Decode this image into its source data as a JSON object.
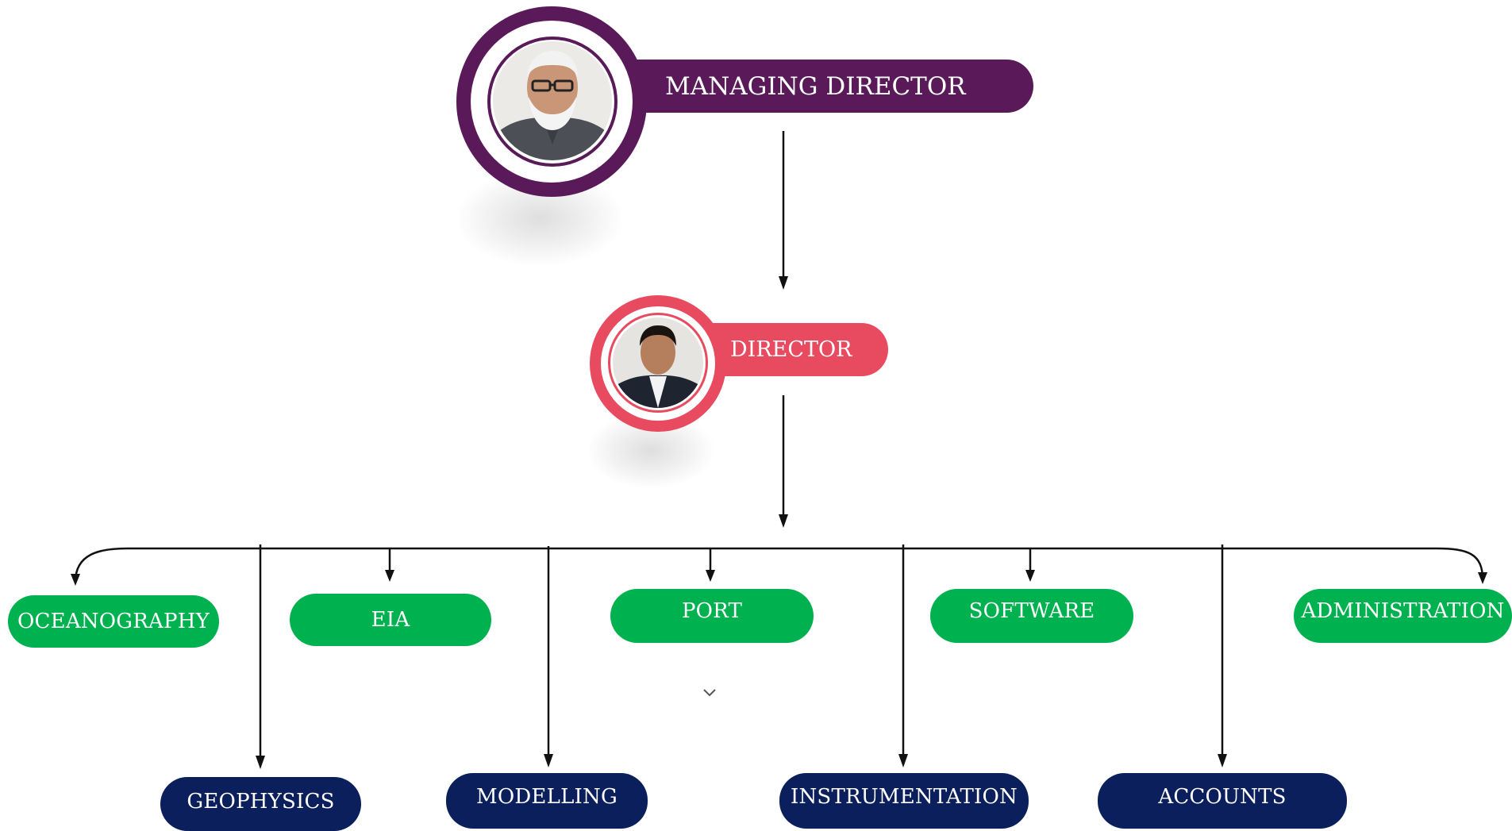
{
  "colors": {
    "managing_director": "#5a1a5a",
    "director": "#e84a5f",
    "department_green": "#00b14f",
    "department_navy": "#0b1f5c",
    "connector": "#111111"
  },
  "managing_director": {
    "title": "MANAGING DIRECTOR",
    "photo": "portrait-photo-elderly-man"
  },
  "director": {
    "title": "DIRECTOR",
    "photo": "portrait-photo-man"
  },
  "departments_top": [
    {
      "label": "OCEANOGRAPHY"
    },
    {
      "label": "EIA"
    },
    {
      "label": "PORT"
    },
    {
      "label": "SOFTWARE"
    },
    {
      "label": "ADMINISTRATION"
    }
  ],
  "departments_bottom": [
    {
      "label": "GEOPHYSICS"
    },
    {
      "label": "MODELLING"
    },
    {
      "label": "INSTRUMENTATION"
    },
    {
      "label": "ACCOUNTS"
    }
  ],
  "expand_icon": "chevron-down-icon"
}
